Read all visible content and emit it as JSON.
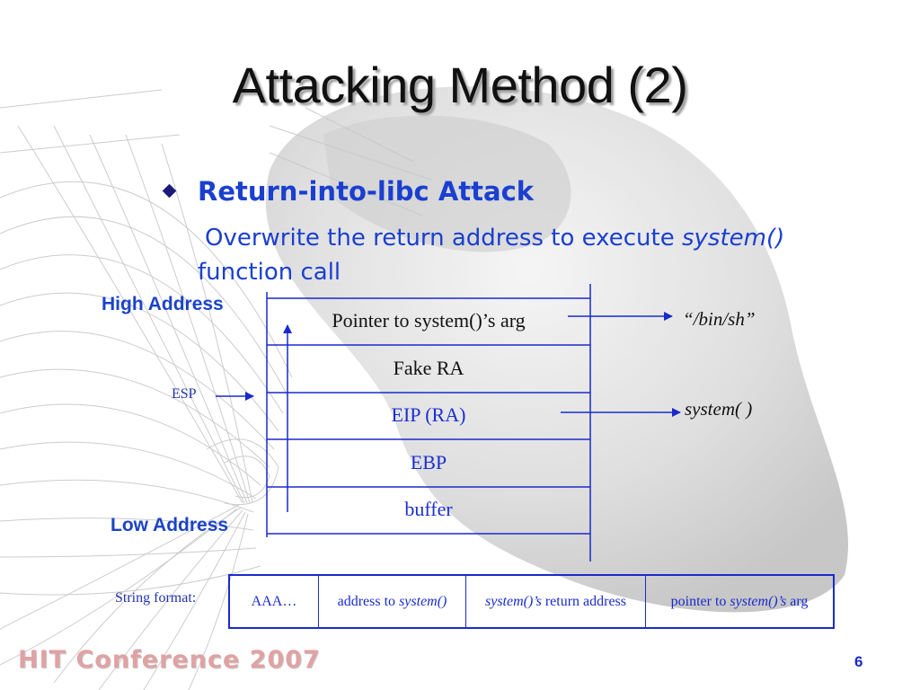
{
  "slide": {
    "title": "Attacking Method (2)",
    "bullet": "Return-into-libc Attack",
    "sub_text_plain": "Overwrite the return address to execute ",
    "sub_text_italic": "system()",
    "sub_text_line2": "function call",
    "page_number": "6",
    "footer": "HIT Conference 2007"
  },
  "diagram": {
    "high_address": "High Address",
    "low_address": "Low Address",
    "esp": "ESP",
    "stack_cells": [
      "Pointer to system()’s arg",
      "Fake RA",
      "EIP (RA)",
      "EBP",
      "buffer"
    ],
    "binsh_target": "“/bin/sh”",
    "system_target": "system( )"
  },
  "string_format": {
    "label": "String format:",
    "cells": [
      {
        "plain": "AAA…",
        "italic": ""
      },
      {
        "plain_before": "address to ",
        "italic": "system()"
      },
      {
        "italic": "system()’s",
        "plain_after": " return address"
      },
      {
        "plain_before": "pointer to ",
        "italic": "system()’s",
        "plain_after": " arg"
      }
    ]
  },
  "colors": {
    "accent_blue": "#1a3fd0",
    "table_blue": "#1a2acb",
    "cell_text_black": "#111111",
    "cell_text_blue": "#1b2fd0",
    "footer_pink": "#e0a2a4"
  }
}
